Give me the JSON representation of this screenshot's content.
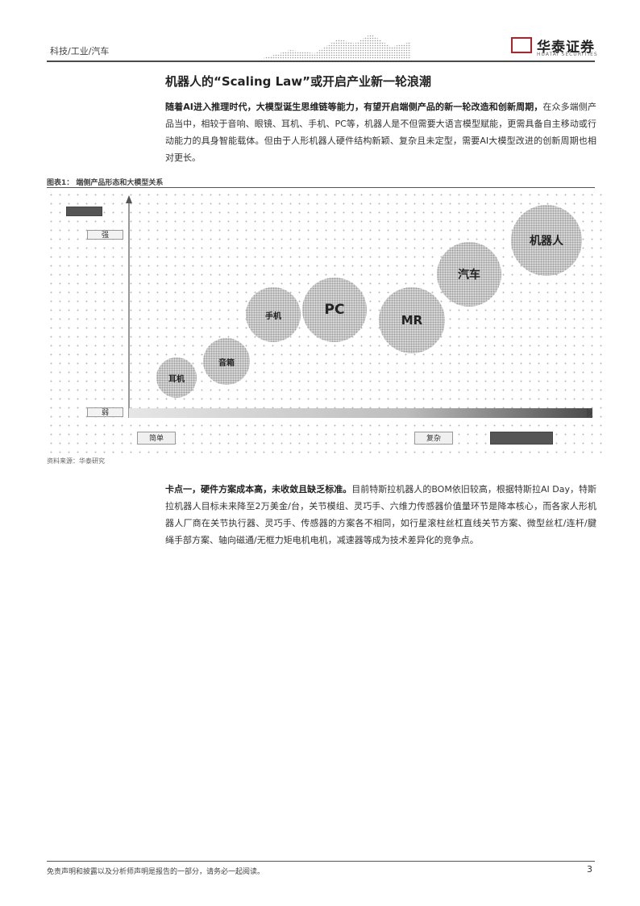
{
  "header": {
    "category": "科技/工业/汽车",
    "logo_name": "华泰证券",
    "logo_sub": "HUATAI SECURITIES"
  },
  "title": "机器人的“Scaling Law”或开启产业新一轮浪潮",
  "intro": {
    "bold": "随着AI进入推理时代，大模型诞生思维链等能力，有望开启端侧产品的新一轮改造和创新周期，",
    "rest": "在众多端侧产品当中，相较于音响、眼镜、耳机、手机、PC等，机器人是不但需要大语言模型赋能，更需具备自主移动或行动能力的具身智能载体。但由于人形机器人硬件结构新颖、复杂且未定型，需要AI大模型改进的创新周期也相对更长。"
  },
  "figure": {
    "label": "图表1：   端侧产品形态和大模型关系",
    "source": "资料来源：华泰研究",
    "y_axis": {
      "top": "强",
      "bottom": "弱"
    },
    "x_axis": {
      "left": "简单",
      "mid": "复杂",
      "right": ""
    },
    "bubbles": [
      {
        "label": "耳机"
      },
      {
        "label": "音箱"
      },
      {
        "label": "手机"
      },
      {
        "label": "PC"
      },
      {
        "label": "MR"
      },
      {
        "label": "汽车"
      },
      {
        "label": "机器人"
      }
    ]
  },
  "point1": {
    "bold": "卡点一，硬件方案成本高，未收敛且缺乏标准。",
    "rest": "目前特斯拉机器人的BOM依旧较高，根据特斯拉AI Day，特斯拉机器人目标未来降至2万美金/台，关节模组、灵巧手、六维力传感器价值量环节是降本核心，而各家人形机器人厂商在关节执行器、灵巧手、传感器的方案各不相同，如行星滚柱丝杠直线关节方案、微型丝杠/连杆/腱绳手部方案、轴向磁通/无框力矩电机电机，减速器等成为技术差异化的竞争点。"
  },
  "footer": {
    "disclaimer": "免责声明和披露以及分析师声明是报告的一部分，请务必一起阅读。",
    "page": "3"
  }
}
